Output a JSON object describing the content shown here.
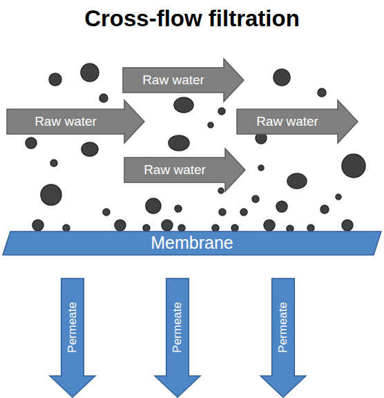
{
  "diagram": {
    "title": "Cross-flow filtration",
    "nodes": [
      {
        "text": [
          "Raw water"
        ]
      },
      {
        "text": [
          "Raw water"
        ]
      },
      {
        "text": [
          "Raw water"
        ]
      },
      {
        "text": [
          "Raw water"
        ]
      },
      {
        "text": [
          "Membrane"
        ]
      },
      {
        "text": [
          "Permeate"
        ]
      },
      {
        "text": [
          "Permeate"
        ]
      },
      {
        "text": [
          "Permeate"
        ]
      }
    ]
  }
}
